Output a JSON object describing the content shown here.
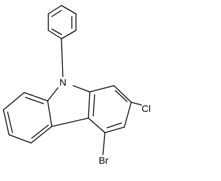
{
  "molecule": {
    "atoms": {
      "nitrogen": "N",
      "chlorine": "Cl",
      "bromine": "Br"
    },
    "colors": {
      "bond": "#000000",
      "label": "#000000",
      "background": "#ffffff"
    }
  }
}
